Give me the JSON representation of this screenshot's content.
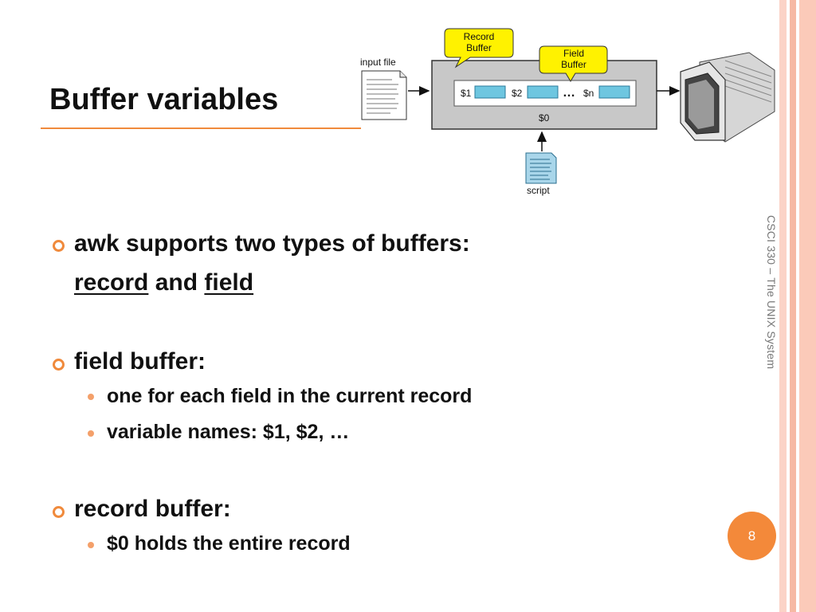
{
  "slide": {
    "title": "Buffer variables",
    "side_label": "CSCI 330 – The UNIX System",
    "page_number": "8"
  },
  "diagram": {
    "input_file_label": "input file",
    "record_buffer_callout": [
      "Record",
      "Buffer"
    ],
    "field_buffer_callout": [
      "Field",
      "Buffer"
    ],
    "fields": [
      "$1",
      "$2",
      "…",
      "$n"
    ],
    "record_label": "$0",
    "script_label": "script"
  },
  "bullets": {
    "b1_line1": "awk supports two types of buffers:",
    "b1_record": "record",
    "b1_and": "and",
    "b1_field": "field",
    "b2_heading": "field buffer:",
    "b2_sub1": "one for each field in the current record",
    "b2_sub2": "variable names: $1, $2, …",
    "b3_heading": "record buffer:",
    "b3_sub1": "$0 holds the entire record"
  },
  "colors": {
    "accent": "#f08a3c",
    "callout_yellow": "#fff200",
    "field_cell": "#6ec6e0",
    "buffer_gray": "#c8c8c8"
  }
}
